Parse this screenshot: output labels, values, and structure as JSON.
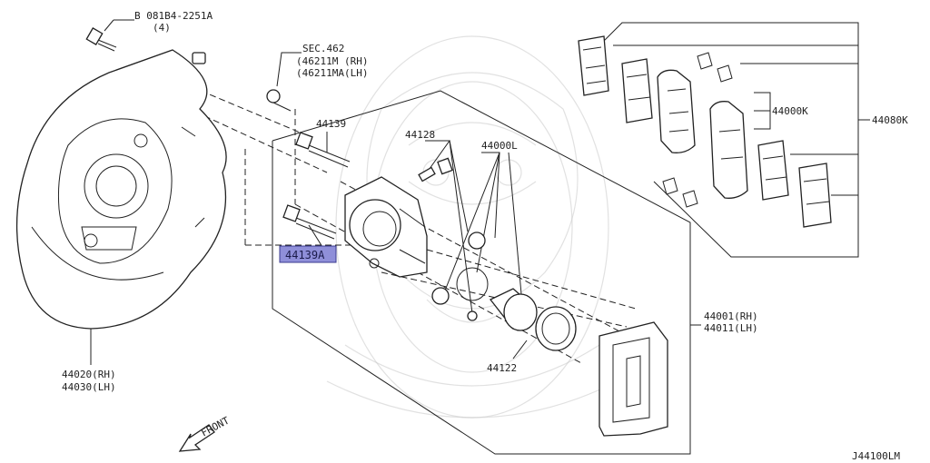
{
  "diagram": {
    "drawing_id": "J44100LM",
    "front_label": "FRONT",
    "parts": {
      "bolt_ref": "B 081B4-2251A",
      "bolt_qty": "(4)",
      "sec_line1": "SEC.462",
      "sec_line2": "(46211M (RH)",
      "sec_line3": "(46211MA(LH)",
      "p44139": "44139",
      "p44139A": "44139A",
      "p44128": "44128",
      "p44000L": "44000L",
      "p44000K": "44000K",
      "p44080K": "44080K",
      "p44001_rh": "44001(RH)",
      "p44011_lh": "44011(LH)",
      "p44122": "44122",
      "p44020_rh": "44020(RH)",
      "p44030_lh": "44030(LH)"
    },
    "highlight_color": "#8f8fd9"
  }
}
